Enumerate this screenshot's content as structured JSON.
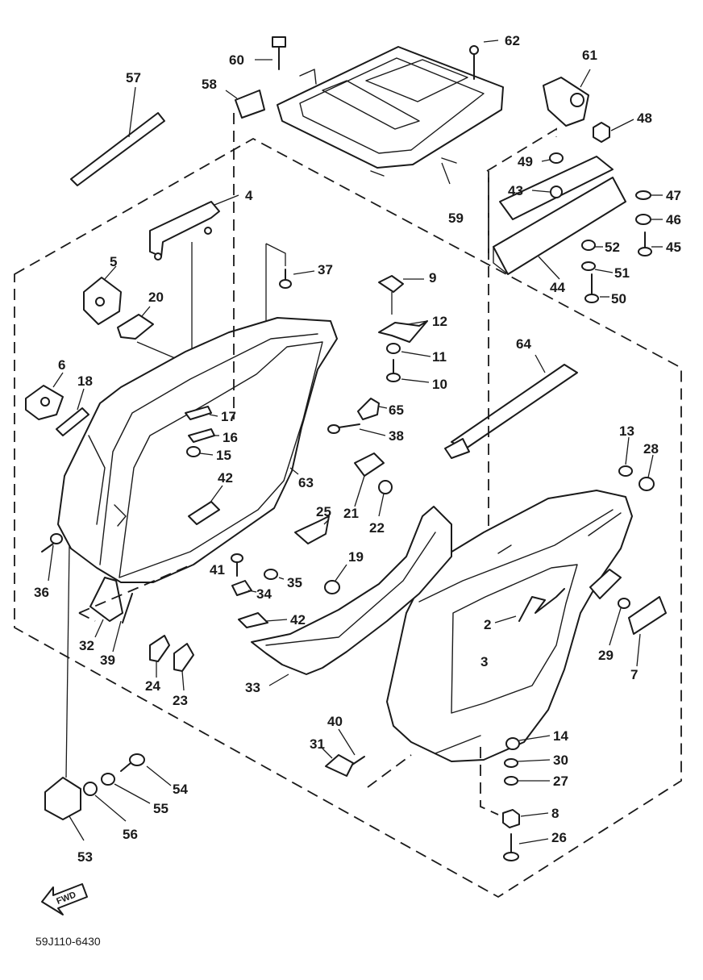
{
  "diagram": {
    "drawing_code": "59J110-6430",
    "direction_label": "FWD",
    "parts": [
      "57",
      "60",
      "58",
      "62",
      "61",
      "48",
      "49",
      "43",
      "47",
      "46",
      "45",
      "52",
      "51",
      "50",
      "44",
      "59",
      "4",
      "5",
      "37",
      "9",
      "20",
      "12",
      "11",
      "10",
      "6",
      "18",
      "65",
      "17",
      "16",
      "38",
      "15",
      "64",
      "13",
      "28",
      "42",
      "63",
      "25",
      "21",
      "22",
      "36",
      "19",
      "41",
      "35",
      "34",
      "42",
      "32",
      "39",
      "24",
      "23",
      "33",
      "2",
      "3",
      "29",
      "7",
      "40",
      "31",
      "14",
      "30",
      "27",
      "8",
      "26",
      "54",
      "55",
      "56",
      "53"
    ]
  }
}
